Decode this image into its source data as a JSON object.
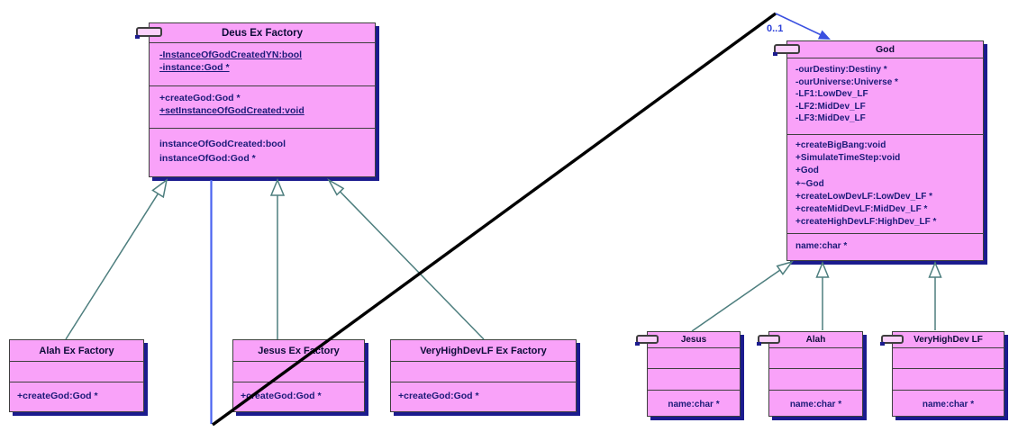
{
  "diagram": {
    "type": "uml-class-diagram",
    "association": {
      "multiplicity_label": "0..1"
    }
  },
  "colors": {
    "class_fill": "#f9a2f9",
    "class_border": "#3f3f3f",
    "class_shadow": "#1b1b8e",
    "member_text": "#1b1b78",
    "title_text": "#0c0c38",
    "inheritance_line": "#4d7e7e",
    "association_line": "#3a50e0",
    "selected_line": "#000000"
  },
  "classes": {
    "deus": {
      "title": "Deus Ex Factory",
      "attributes": [
        {
          "text": "-InstanceOfGodCreatedYN:bool",
          "underline": true
        },
        {
          "text": "-instance:God *",
          "underline": true
        }
      ],
      "methods": [
        {
          "text": "+createGod:God *"
        },
        {
          "text": "+setInstanceOfGodCreated:void",
          "underline": true
        }
      ],
      "properties": [
        {
          "text": "instanceOfGodCreated:bool"
        },
        {
          "text": "instanceOfGod:God *"
        }
      ]
    },
    "god": {
      "title": "God",
      "attributes": [
        {
          "text": "-ourDestiny:Destiny *"
        },
        {
          "text": "-ourUniverse:Universe *"
        },
        {
          "text": "-LF1:LowDev_LF"
        },
        {
          "text": "-LF2:MidDev_LF"
        },
        {
          "text": "-LF3:MidDev_LF"
        }
      ],
      "methods": [
        {
          "text": "+createBigBang:void"
        },
        {
          "text": "+SimulateTimeStep:void"
        },
        {
          "text": "+God"
        },
        {
          "text": "+~God"
        },
        {
          "text": "+createLowDevLF:LowDev_LF *"
        },
        {
          "text": "+createMidDevLF:MidDev_LF *"
        },
        {
          "text": "+createHighDevLF:HighDev_LF *"
        }
      ],
      "properties": [
        {
          "text": "name:char *"
        }
      ]
    },
    "alah_factory": {
      "title": "Alah Ex Factory",
      "methods": [
        {
          "text": "+createGod:God *"
        }
      ]
    },
    "jesus_factory": {
      "title": "Jesus Ex Factory",
      "methods": [
        {
          "text": "+createGod:God *"
        }
      ]
    },
    "vhd_factory": {
      "title": "VeryHighDevLF Ex Factory",
      "methods": [
        {
          "text": "+createGod:God *"
        }
      ]
    },
    "jesus": {
      "title": "Jesus",
      "properties": [
        {
          "text": "name:char *"
        }
      ]
    },
    "alah": {
      "title": "Alah",
      "properties": [
        {
          "text": "name:char *"
        }
      ]
    },
    "vhd": {
      "title": "VeryHighDev LF",
      "properties": [
        {
          "text": "name:char *"
        }
      ]
    }
  }
}
